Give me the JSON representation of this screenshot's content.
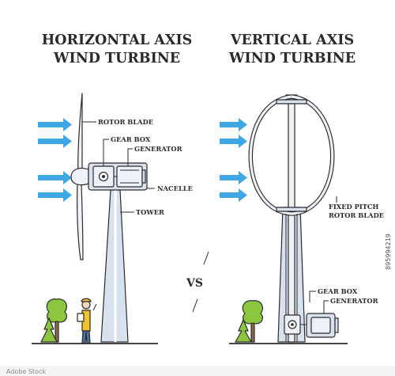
{
  "horizontal": {
    "title_line1": "HORIZONTAL AXIS",
    "title_line2": "WIND TURBINE",
    "labels": {
      "rotor_blade": "ROTOR BLADE",
      "gear_box": "GEAR BOX",
      "generator": "GENERATOR",
      "nacelle": "NACELLE",
      "tower": "TOWER"
    }
  },
  "vertical": {
    "title_line1": "VERTICAL AXIS",
    "title_line2": "WIND TURBINE",
    "labels": {
      "blade_line1": "FIXED PITCH",
      "blade_line2": "ROTOR BLADE",
      "gear_box": "GEAR BOX",
      "generator": "GENERATOR"
    }
  },
  "vs_label": "VS",
  "stock_id": "895994219",
  "credit": "Adobe Stock",
  "colors": {
    "wind_arrow": "#3fa7e6",
    "steel": "#d8e1ee",
    "steel_light": "#eef2f8",
    "outline": "#2b2b2b",
    "tree": "#8cc63f",
    "trunk": "#8a6a4f",
    "ground": "#2b2b2b"
  }
}
